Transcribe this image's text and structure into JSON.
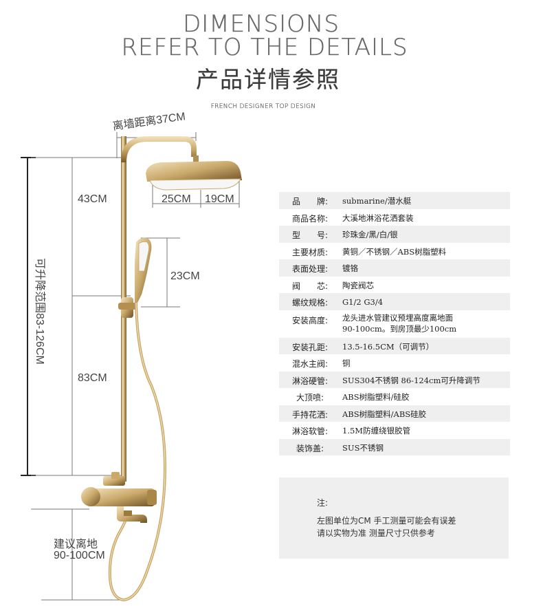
{
  "header": {
    "line1": "DIMENSIONS",
    "line2": "REFER TO THE DETAILS",
    "line3": "产品详情参照",
    "line4": "FRENCH DESIGNER TOP DESIGN"
  },
  "dimensions": {
    "wall_distance": "离墙距离37CM",
    "top_section": "43CM",
    "head_width": "25CM",
    "head_depth": "19CM",
    "handheld": "23CM",
    "slide_bar": "83CM",
    "adjust_range": "可升降范围83-126CM",
    "floor_height_line1": "建议离地",
    "floor_height_line2": "90-100CM"
  },
  "specs": [
    {
      "label": "品　　牌:",
      "value": "submarine/潜水艇"
    },
    {
      "label": "商品名称:",
      "value": "大溪地淋浴花洒套装"
    },
    {
      "label": "型　　号:",
      "value": "珍珠金/黑/白/银"
    },
    {
      "label": "主要材质:",
      "value": "黄铜／不锈钢／ABS树脂塑料"
    },
    {
      "label": "表面处理:",
      "value": "镀铬"
    },
    {
      "label": "阀　　芯:",
      "value": "陶瓷阀芯"
    },
    {
      "label": "螺纹规格:",
      "value": "G1/2 G3/4"
    },
    {
      "label": "安装高度:",
      "value": "龙头进水管建议预埋高度离地面",
      "value2": "90-100cm。到房顶最少100cm"
    },
    {
      "label": "安装孔距:",
      "value": "13.5-16.5CM（可调节）"
    },
    {
      "label": "混水主阀:",
      "value": "铜"
    },
    {
      "label": "淋浴硬管:",
      "value": "SUS304不锈钢 86-124cm可升降调节"
    },
    {
      "label": "大顶喷:",
      "value": "ABS树脂塑料/硅胶"
    },
    {
      "label": "手持花洒:",
      "value": "ABS树脂塑料/ABS硅胶"
    },
    {
      "label": "淋浴软管:",
      "value": "1.5M防缠绕银胶管"
    },
    {
      "label": "装饰盖:",
      "value": "SUS不锈钢"
    }
  ],
  "note": {
    "title": "注:",
    "line1": "左图单位为CM 手工测量可能会有误差",
    "line2": "请以实物为准 测量尺寸只供参考"
  },
  "colors": {
    "gold": "#c9a86a",
    "gold_dark": "#8d6d35",
    "gold_light": "#f3e3bd",
    "shade": "#efefef"
  }
}
